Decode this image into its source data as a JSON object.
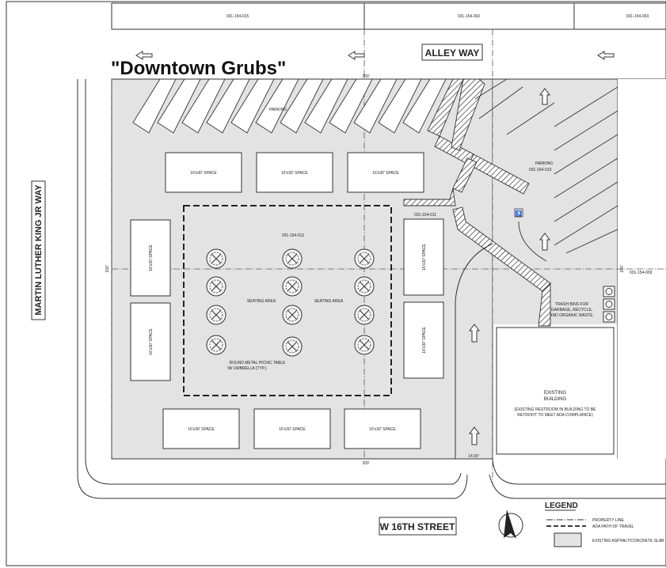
{
  "title": "\"Downtown Grubs\"",
  "streets": {
    "alley": "ALLEY WAY",
    "west": "MARTIN LUTHER KING JR WAY",
    "south": "W 16TH STREET"
  },
  "parcels": {
    "top_left": "031-154-015",
    "top_mid": "031-154-002",
    "top_right": "031-154-003",
    "main": "031-154-012",
    "small": "031-154-011",
    "parking_parcel": "031-154-010",
    "east": "031-154-009"
  },
  "labels": {
    "parking": "PARKING",
    "space": "16'x30' SPACE",
    "seating": "SEATING AREA",
    "picnic_line1": "ROUND METAL PICNIC TABLE",
    "picnic_line2": "W/ UMBRELLA (TYP.)",
    "trash_line1": "TRASH BINS FOR",
    "trash_line2": "GARBAGE, RECYCLE,",
    "trash_line3": "AND ORGANIC WASTE.",
    "building_line1": "EXISTING",
    "building_line2": "BUILDING",
    "building_note1": "(EXISTING RESTROOM IN BUILDING TO BE",
    "building_note2": "RETROFIT TO MEET ADA COMPLIANCE)",
    "dim_200": "200'",
    "dim_150": "150'",
    "dim_14": "14.00'"
  },
  "legend": {
    "title": "LEGEND",
    "items": [
      "PROPERTY LINE",
      "ADA PATH OF TRAVEL",
      "EXISTING ASPHALT/CONCRETE SLAB"
    ]
  },
  "colors": {
    "slab": "#e3e3e3",
    "line": "#333333",
    "background": "#ffffff"
  },
  "icons": [
    "left-arrow-icon",
    "up-arrow-icon",
    "north-arrow-icon",
    "picnic-table-icon",
    "trash-bin-icon",
    "accessible-icon"
  ]
}
